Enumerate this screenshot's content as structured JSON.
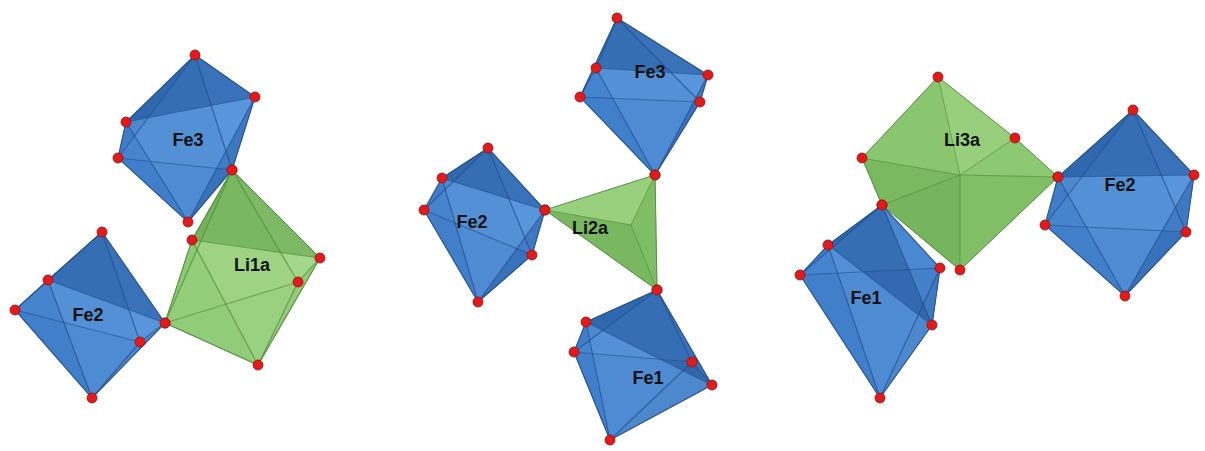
{
  "diagram": {
    "nodes": [
      {
        "text": [
          "Fe3"
        ]
      },
      {
        "text": [
          "Li1a"
        ]
      },
      {
        "text": [
          "Fe2"
        ]
      },
      {
        "text": [
          "Fe3"
        ]
      },
      {
        "text": [
          "Fe2"
        ]
      },
      {
        "text": [
          "Li2a"
        ]
      },
      {
        "text": [
          "Fe1"
        ]
      },
      {
        "text": [
          "Li3a"
        ]
      },
      {
        "text": [
          "Fe2"
        ]
      },
      {
        "text": [
          "Fe1"
        ]
      }
    ]
  }
}
